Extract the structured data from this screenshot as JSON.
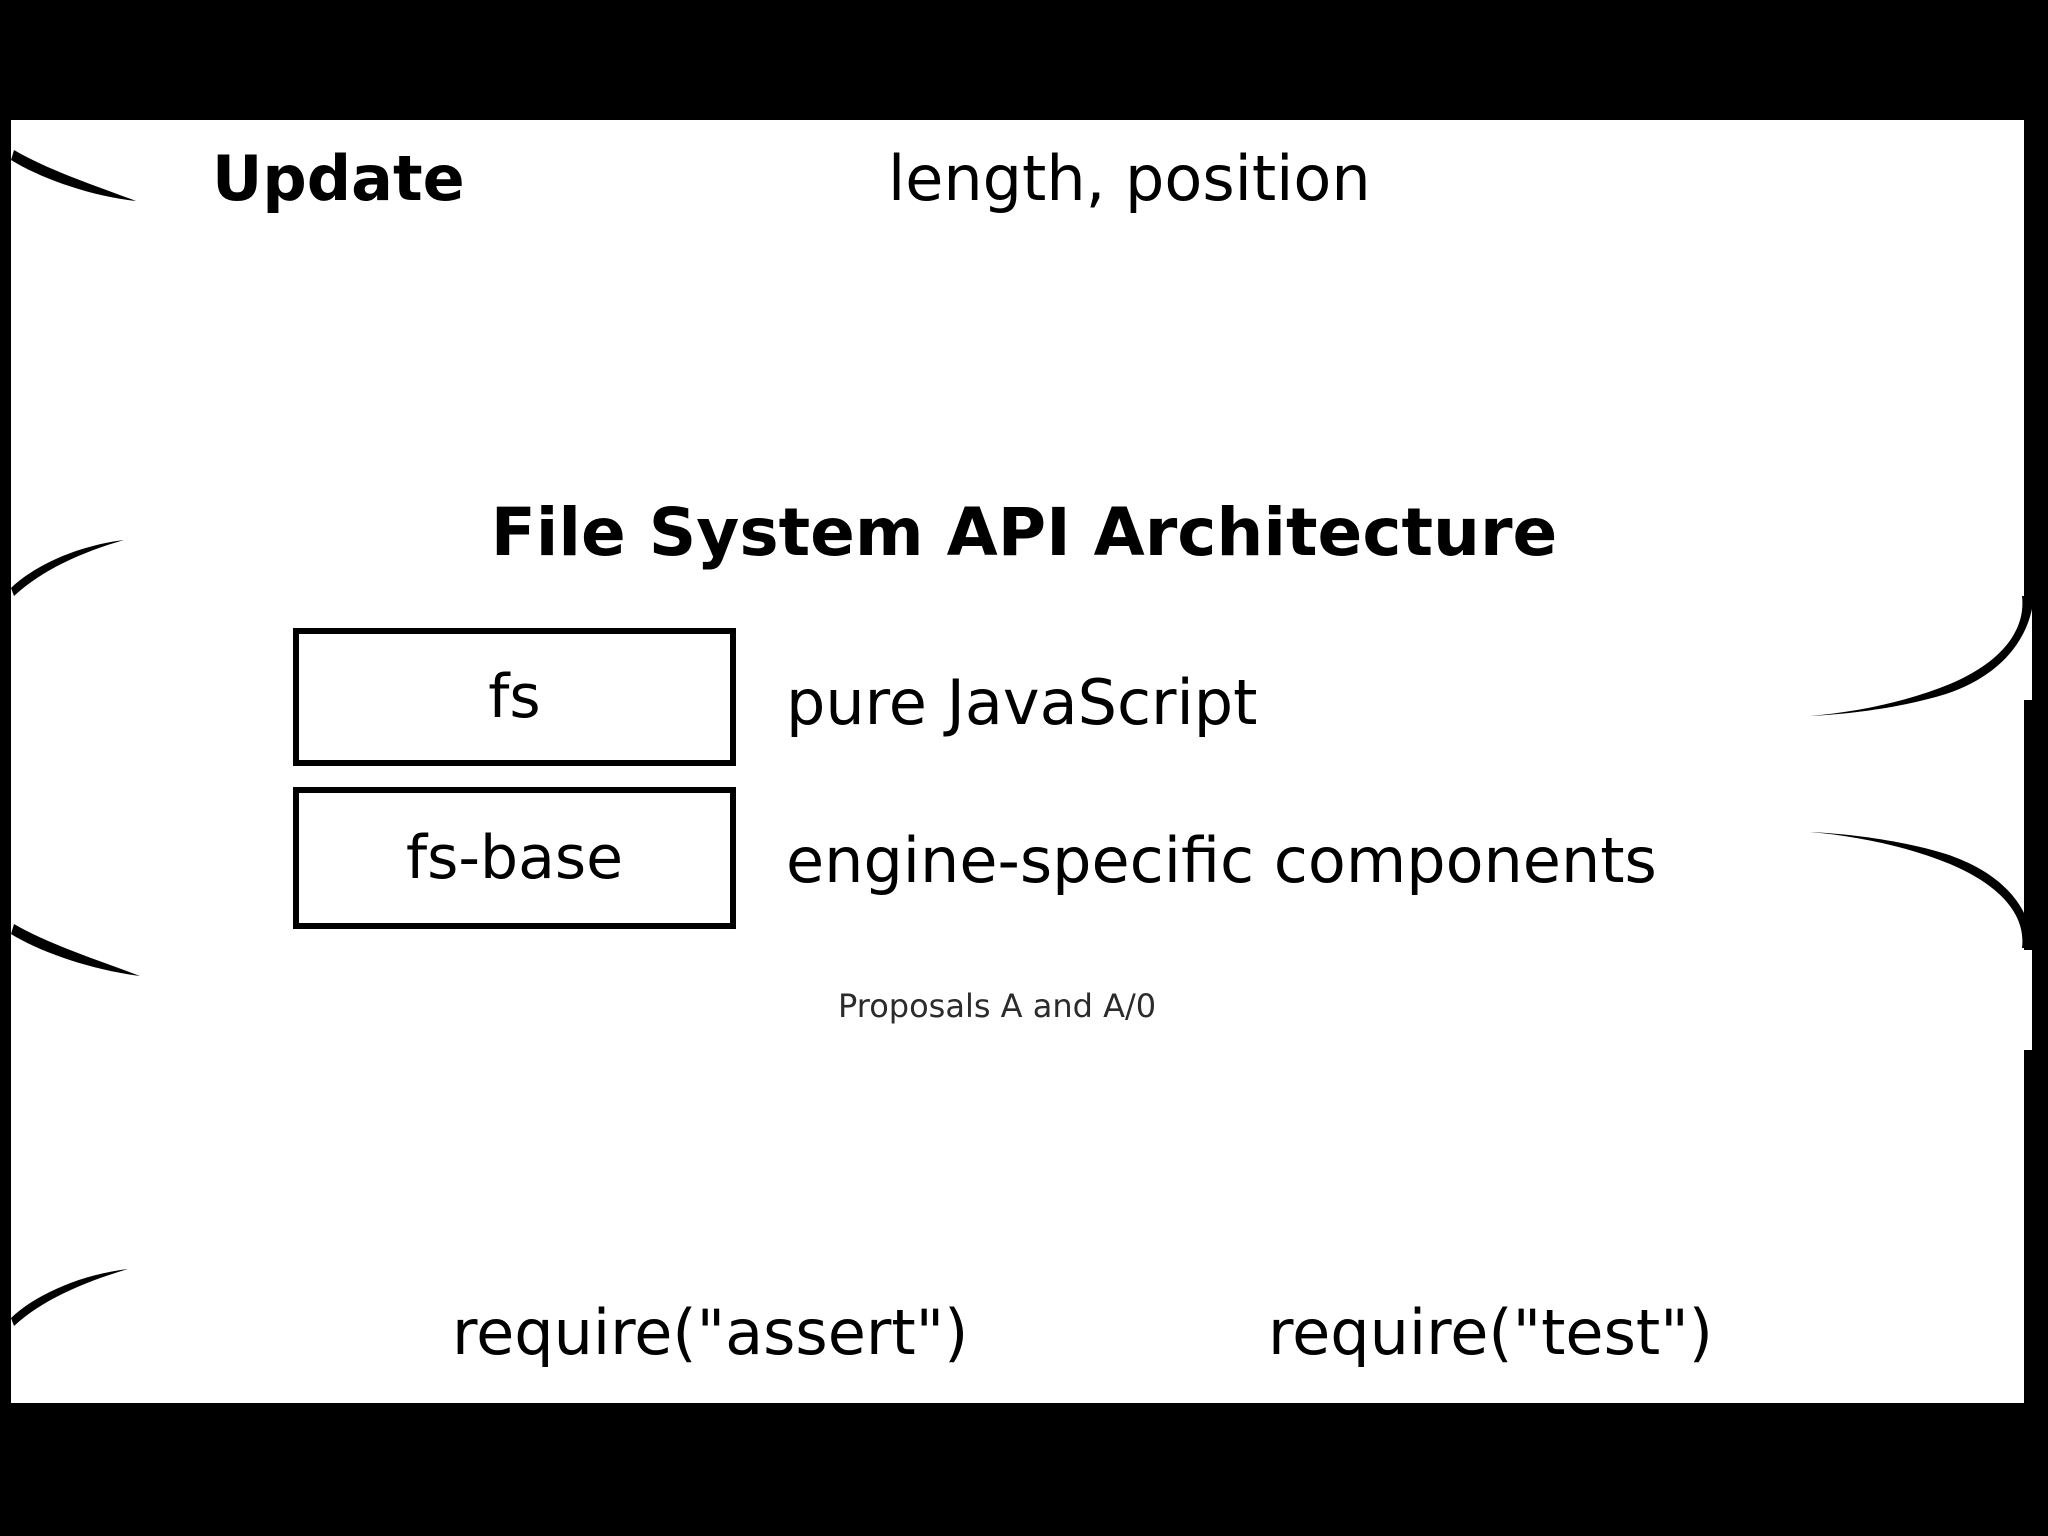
{
  "slide": {
    "title": "File System API Architecture",
    "header": {
      "left_label": "Update",
      "right_label": "length, position"
    },
    "layers": [
      {
        "box_label": "fs",
        "description": "pure JavaScript"
      },
      {
        "box_label": "fs-base",
        "description": "engine-specific components"
      }
    ],
    "caption": "Proposals A and A/0",
    "footer": {
      "left_code": "require(\"assert\")",
      "right_code": "require(\"test\")"
    },
    "colors": {
      "frame": "#000000",
      "page": "#ffffff",
      "text": "#000000",
      "caption_text": "#2b2b2b"
    },
    "decorations": {
      "left_wisp_count": 4,
      "right_sweep_count": 2
    }
  }
}
